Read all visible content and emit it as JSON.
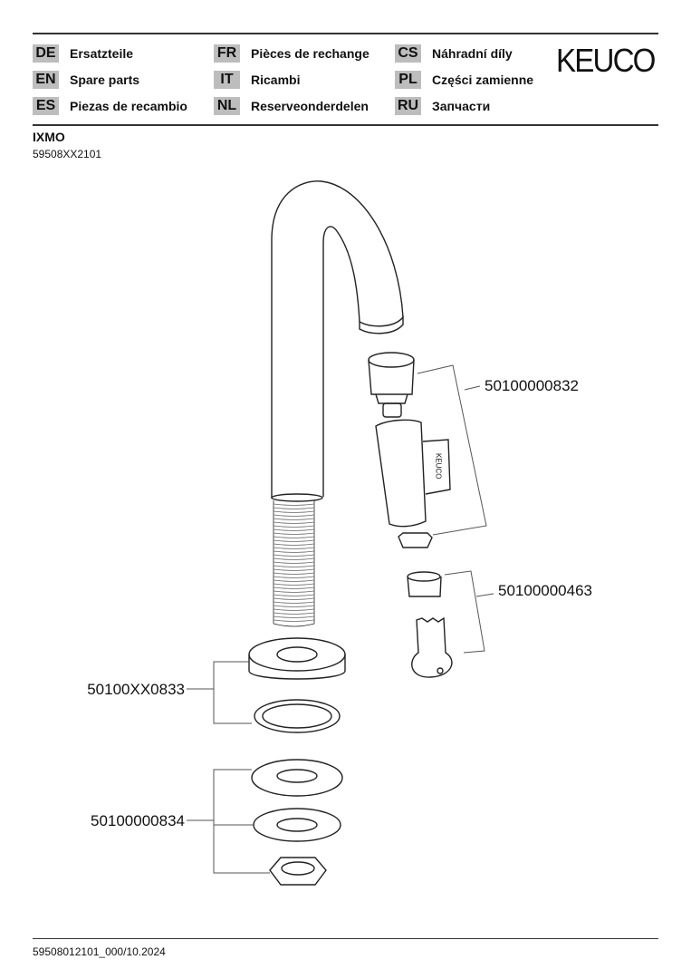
{
  "header": {
    "languages": [
      {
        "code": "DE",
        "label": "Ersatzteile"
      },
      {
        "code": "EN",
        "label": "Spare parts"
      },
      {
        "code": "ES",
        "label": "Piezas de recambio"
      },
      {
        "code": "FR",
        "label": "Pièces de rechange"
      },
      {
        "code": "IT",
        "label": "Ricambi"
      },
      {
        "code": "NL",
        "label": "Reserveonderdelen"
      },
      {
        "code": "CS",
        "label": "Náhradní díly"
      },
      {
        "code": "PL",
        "label": "Części zamienne"
      },
      {
        "code": "RU",
        "label": "Запчасти"
      }
    ],
    "logo": "KEUCO"
  },
  "product": {
    "name": "IXMO",
    "article": "59508XX2101"
  },
  "parts": [
    {
      "number": "50100000832"
    },
    {
      "number": "50100000463"
    },
    {
      "number": "50100XX0833"
    },
    {
      "number": "50100000834"
    }
  ],
  "footer": {
    "doc_id": "59508012101_000/10.2024"
  }
}
